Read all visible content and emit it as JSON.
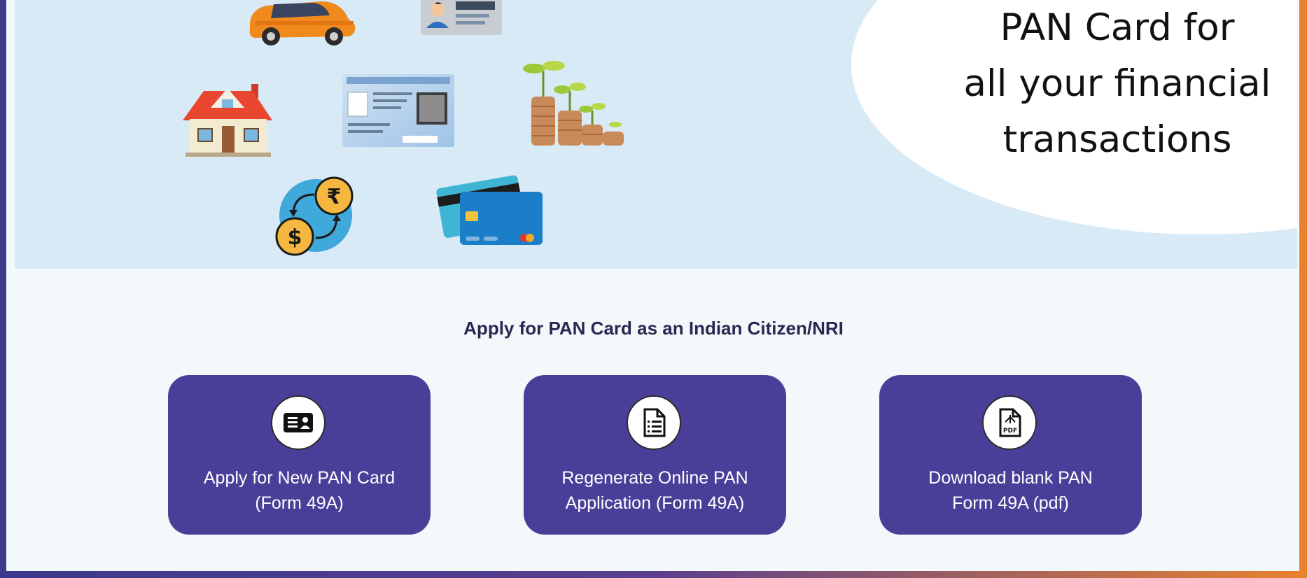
{
  "hero": {
    "lines": [
      "PAN Card for",
      "all your financial",
      "transactions"
    ],
    "bubble_color": "#ffffff",
    "background_color": "#d9eaf7"
  },
  "section": {
    "title": "Apply for PAN Card as an Indian Citizen/NRI"
  },
  "cards": [
    {
      "line1": "Apply for New PAN Card",
      "line2": "(Form 49A)",
      "icon": "id-card-icon"
    },
    {
      "line1": "Regenerate Online PAN",
      "line2": "Application (Form 49A)",
      "icon": "document-icon"
    },
    {
      "line1": "Download blank PAN",
      "line2": "Form 49A (pdf)",
      "icon": "pdf-icon"
    }
  ],
  "illustrations": [
    "car-icon",
    "id-card-illustration",
    "house-icon",
    "pan-card-illustration",
    "coins-plant-icon",
    "currency-exchange-icon",
    "credit-cards-icon"
  ],
  "colors": {
    "card_bg": "#4a3f98",
    "frame_left": "#3b3a8c",
    "frame_right": "#e9822f",
    "title": "#2a2752"
  }
}
